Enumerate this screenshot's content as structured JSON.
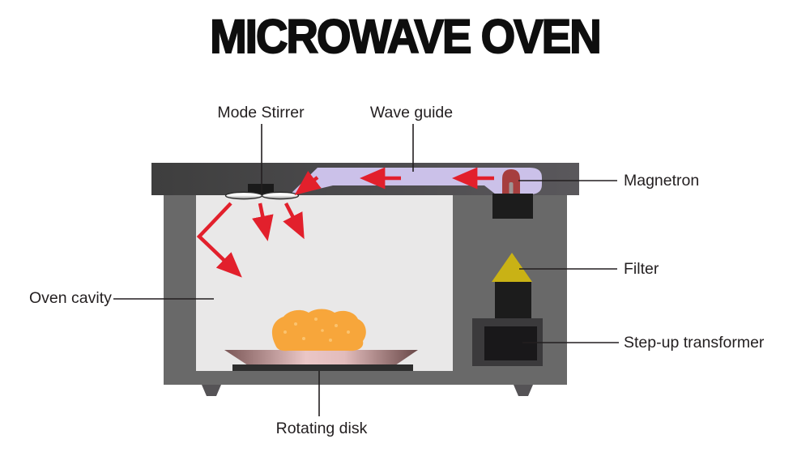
{
  "title": "MICROWAVE OVEN",
  "labels": {
    "mode_stirrer": "Mode Stirrer",
    "wave_guide": "Wave guide",
    "magnetron": "Magnetron",
    "filter": "Filter",
    "oven_cavity": "Oven cavity",
    "step_up_transformer": "Step-up transformer",
    "rotating_disk": "Rotating disk"
  },
  "components": [
    "mode-stirrer",
    "wave-guide",
    "magnetron",
    "filter",
    "oven-cavity",
    "step-up-transformer",
    "rotating-disk",
    "food"
  ],
  "colors": {
    "body": "#696969",
    "topbar_left": "#3e3e3e",
    "topbar_right": "#5a585c",
    "cavity": "#e9e8e8",
    "waveguide": "#cbc1e9",
    "arrow_red": "#e2202c",
    "magnetron_red": "#a63e3e",
    "filter_yellow": "#c9b215",
    "component_black": "#1c1c1c",
    "transformer_outer": "#3b3a3c",
    "plate_pink": "#e9c4c4",
    "plate_edge": "#7a5656",
    "food_orange": "#f7a63b",
    "leader_line": "#231f20"
  }
}
